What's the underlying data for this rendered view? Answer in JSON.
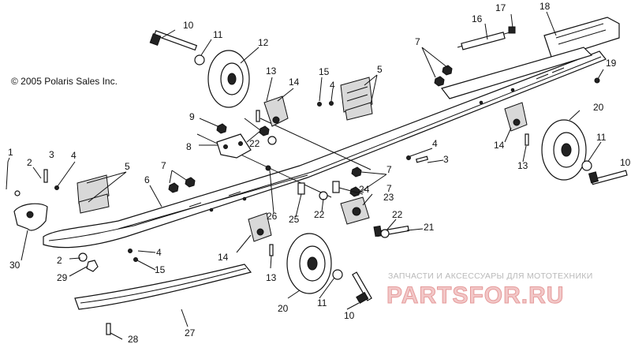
{
  "copyright": "© 2005 Polaris Sales Inc.",
  "watermark": {
    "caption": "ЗАПЧАСТИ И АКСЕССУАРЫ ДЛЯ МОТОТЕХНИКИ",
    "logo": "PARTSFOR.RU"
  },
  "callouts": [
    "10",
    "11",
    "12",
    "13",
    "14",
    "15",
    "4",
    "5",
    "16",
    "17",
    "18",
    "7",
    "19",
    "9",
    "22",
    "8",
    "3",
    "1",
    "2",
    "20",
    "6",
    "24",
    "23",
    "21",
    "26",
    "25",
    "30",
    "29",
    "28",
    "27"
  ],
  "colors": {
    "line": "#111111",
    "watermark_red": "#e59a9a",
    "watermark_grey": "#b9b9b9"
  }
}
